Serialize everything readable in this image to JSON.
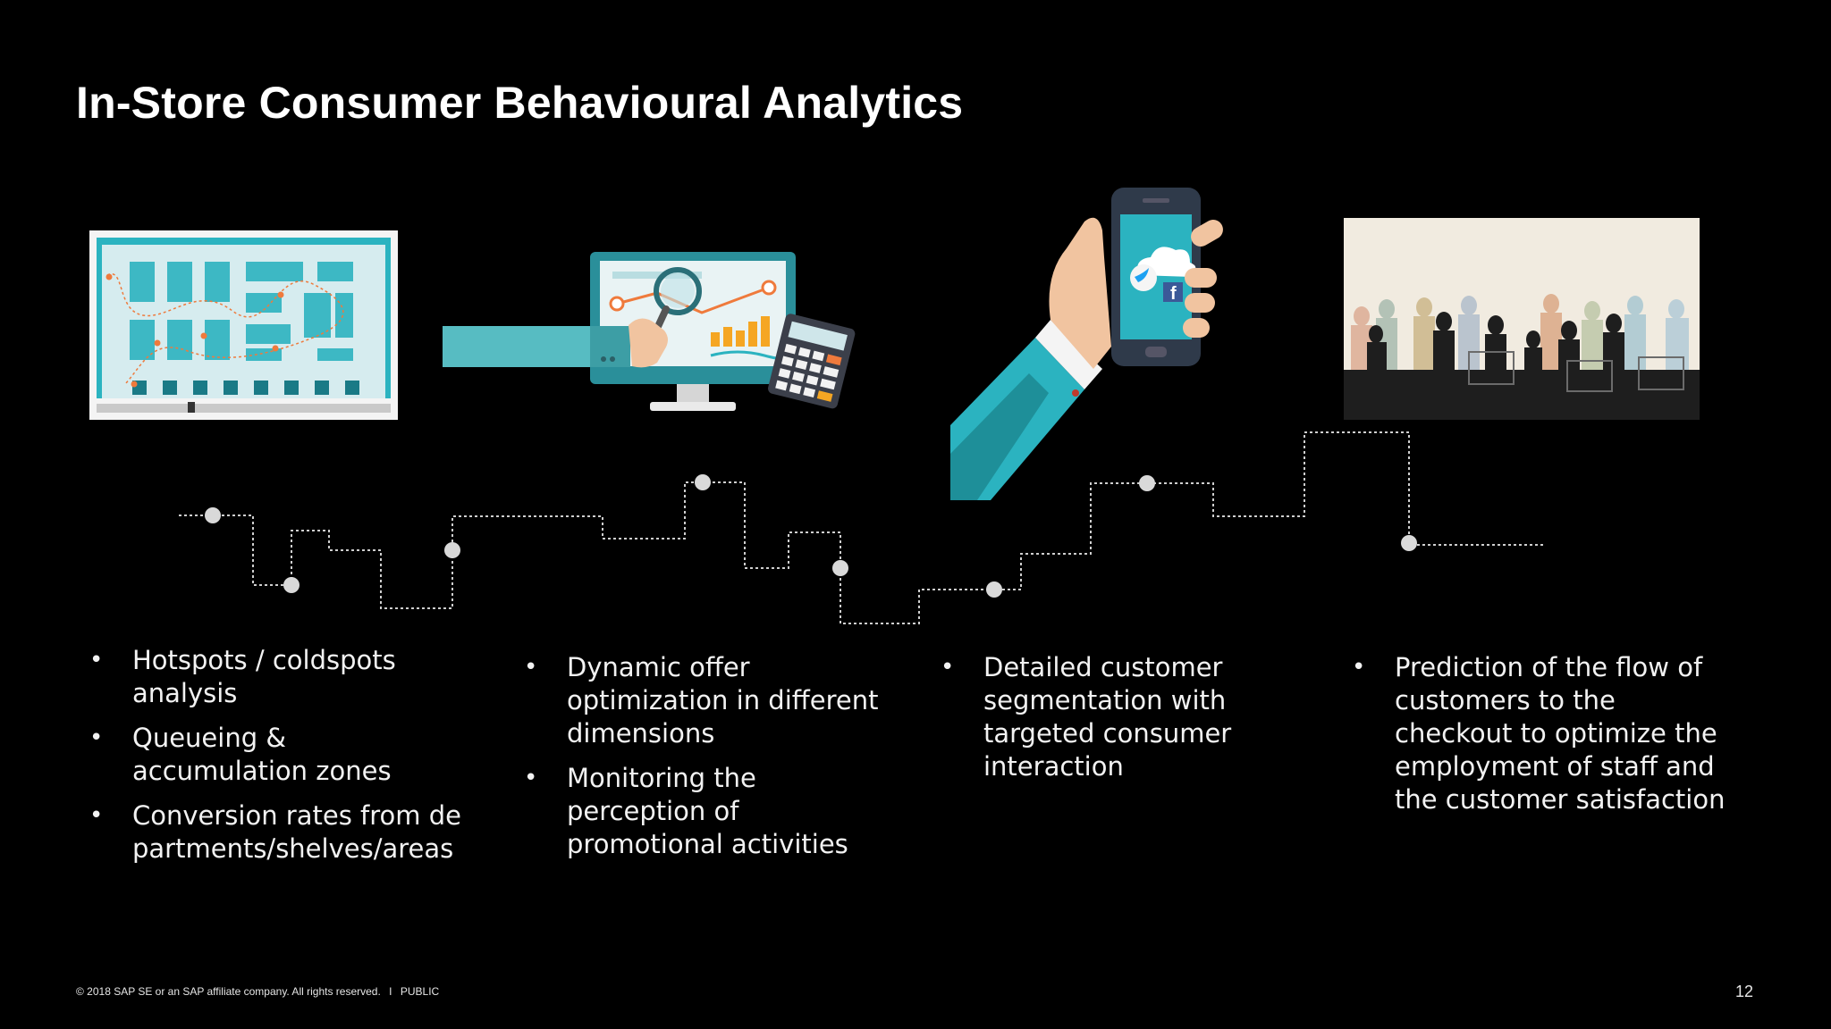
{
  "slide": {
    "title": "In-Store Consumer Behavioural Analytics",
    "page_number": "12"
  },
  "footer": {
    "copyright": "© 2018 SAP SE or an SAP affiliate company. All rights reserved.",
    "separator": "I",
    "classification": "PUBLIC"
  },
  "columns": [
    {
      "bullets": [
        "Hotspots / coldspots analysis",
        "Queueing & accumulation zones",
        "Conversion rates from departments/shelves/areas"
      ]
    },
    {
      "bullets": [
        "Dynamic offer optimization in different dimensions",
        "Monitoring the perception of promotional activities"
      ]
    },
    {
      "bullets": [
        "Detailed customer segmentation with targeted consumer interaction"
      ]
    },
    {
      "bullets": [
        "Prediction of the flow of customers to the checkout to optimize the employment of staff and the customer satisfaction"
      ]
    }
  ],
  "illustrations": [
    {
      "icon": "store-floorplan-icon"
    },
    {
      "icon": "analytics-monitor-icon"
    },
    {
      "icon": "smartphone-social-icon"
    },
    {
      "icon": "shoppers-crowd-icon"
    }
  ],
  "colors": {
    "background": "#000000",
    "teal": "#2bb3c0",
    "teal_dark": "#1e8f99",
    "orange": "#ef7a3c",
    "timeline": "#cfcfcf"
  }
}
